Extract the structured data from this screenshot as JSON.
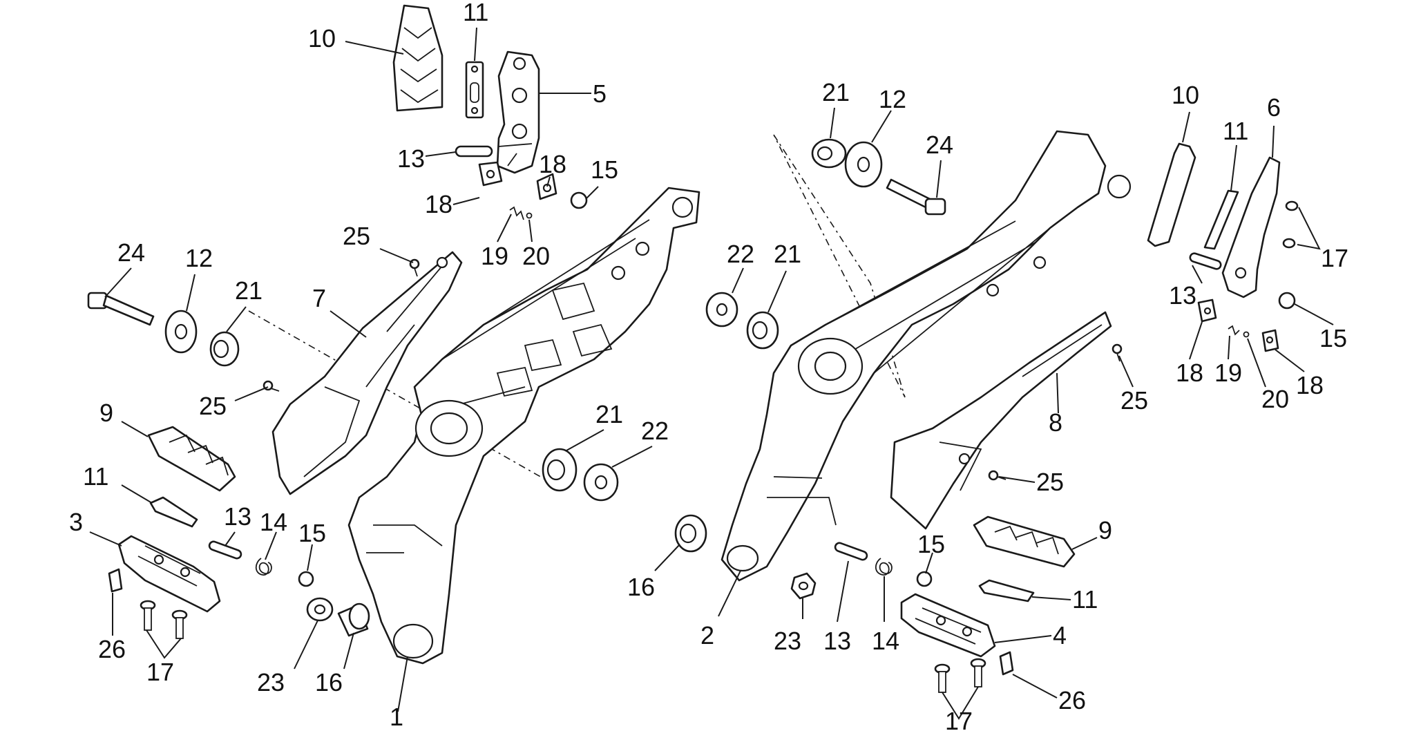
{
  "callouts": {
    "c1": "1",
    "c2": "2",
    "c3": "3",
    "c4": "4",
    "c5": "5",
    "c6": "6",
    "c7": "7",
    "c8": "8",
    "c9a": "9",
    "c9b": "9",
    "c10a": "10",
    "c10b": "10",
    "c11a": "11",
    "c11b": "11",
    "c11c": "11",
    "c11d": "11",
    "c12a": "12",
    "c12b": "12",
    "c13a": "13",
    "c13b": "13",
    "c13c": "13",
    "c13d": "13",
    "c14a": "14",
    "c14b": "14",
    "c15a": "15",
    "c15b": "15",
    "c15c": "15",
    "c15d": "15",
    "c16a": "16",
    "c16b": "16",
    "c17a": "17",
    "c17b": "17",
    "c17c": "17",
    "c18a": "18",
    "c18b": "18",
    "c18c": "18",
    "c18d": "18",
    "c19a": "19",
    "c19b": "19",
    "c20a": "20",
    "c20b": "20",
    "c21a": "21",
    "c21b": "21",
    "c21c": "21",
    "c21d": "21",
    "c22a": "22",
    "c22b": "22",
    "c23a": "23",
    "c23b": "23",
    "c24a": "24",
    "c24b": "24",
    "c25a": "25",
    "c25b": "25",
    "c25c": "25",
    "c25d": "25",
    "c26a": "26",
    "c26b": "26"
  }
}
